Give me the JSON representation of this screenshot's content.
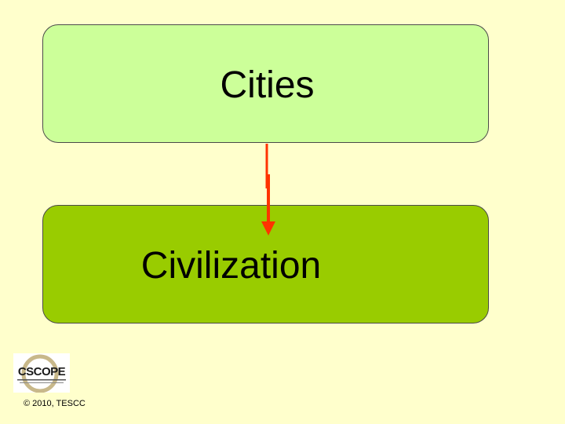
{
  "diagram": {
    "boxes": [
      {
        "label": "Cities",
        "fill": "#ccff99"
      },
      {
        "label": "Civilization",
        "fill": "#99cc00"
      }
    ],
    "arrow_color": "#ff3300"
  },
  "footer": {
    "logo_text": "CSCOPE",
    "copyright": "© 2010, TESCC"
  },
  "colors": {
    "background": "#ffffcc"
  }
}
